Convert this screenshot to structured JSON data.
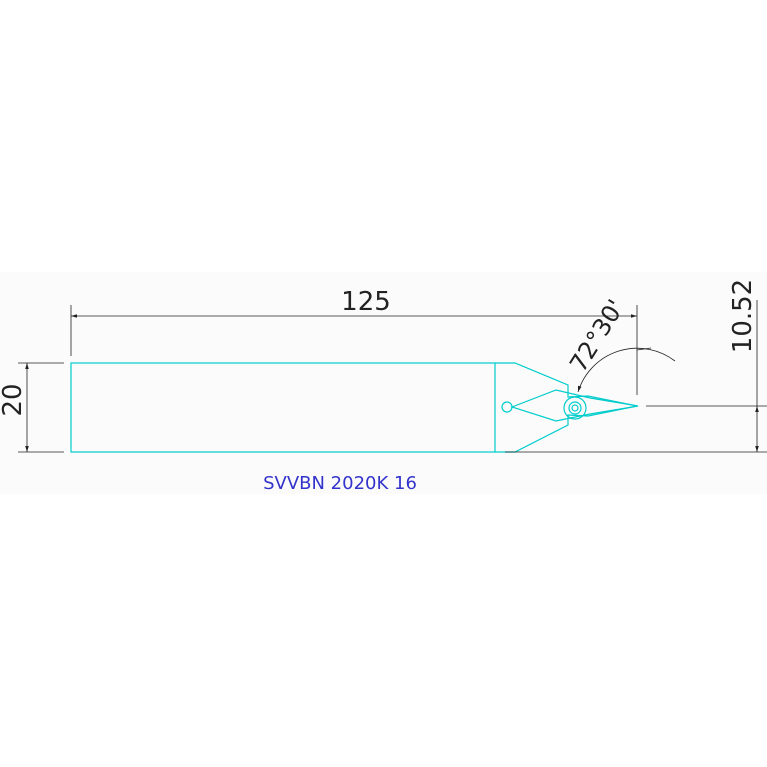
{
  "drawing": {
    "dimensions": {
      "length": "125",
      "height": "20",
      "tip_offset": "10.52",
      "angle": "72°30'"
    },
    "part_label": "SVVBN 2020K 16",
    "colors": {
      "background": "#ffffff",
      "outline": "#00cccc",
      "dimension": "#222222",
      "label": "#3333cc",
      "band": "#fbfbfb"
    }
  }
}
